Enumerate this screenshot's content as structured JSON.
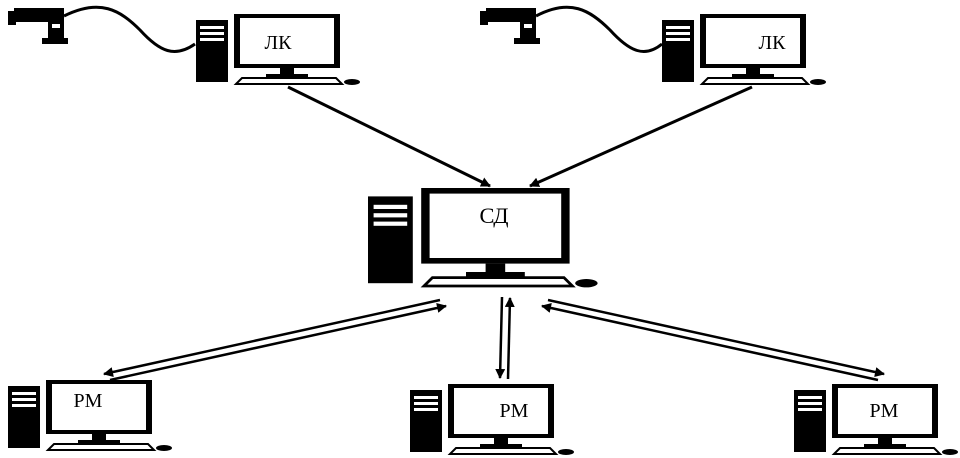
{
  "colors": {
    "ink": "#000000",
    "paper": "#ffffff",
    "slot": "#ffffff"
  },
  "nodes": [
    {
      "id": "lk1",
      "label": "ЛК",
      "role": "camera-station"
    },
    {
      "id": "lk2",
      "label": "ЛК",
      "role": "camera-station"
    },
    {
      "id": "sd",
      "label": "СД",
      "role": "server"
    },
    {
      "id": "rm1",
      "label": "РМ",
      "role": "workstation"
    },
    {
      "id": "rm2",
      "label": "РМ",
      "role": "workstation"
    },
    {
      "id": "rm3",
      "label": "РМ",
      "role": "workstation"
    }
  ],
  "links": [
    {
      "from": "lk1",
      "to": "sd",
      "style": "single"
    },
    {
      "from": "lk2",
      "to": "sd",
      "style": "single"
    },
    {
      "from": "sd",
      "to": "rm1",
      "style": "double"
    },
    {
      "from": "sd",
      "to": "rm2",
      "style": "double"
    },
    {
      "from": "sd",
      "to": "rm3",
      "style": "double"
    }
  ]
}
